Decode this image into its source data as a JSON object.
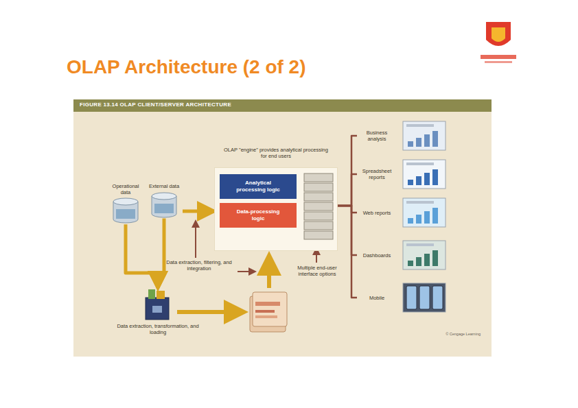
{
  "diagram": {
    "title": "OLAP Architecture (2 of 2)",
    "nodes": [
      {
        "text": [
          "Operational data"
        ]
      },
      {
        "text": [
          "External data"
        ]
      },
      {
        "text": [
          "OLAP \"engine\" provides analytical processing for end users"
        ]
      },
      {
        "text": [
          "Analytical processing logic"
        ],
        "in": 2
      },
      {
        "text": [
          "Data-processing logic"
        ],
        "in": 2
      },
      {
        "text": [
          "Data extraction, transformation, and loading"
        ]
      },
      {
        "text": [
          "Business analysis"
        ]
      },
      {
        "text": [
          "Spreadsheet reports"
        ]
      },
      {
        "text": [
          "Web reports"
        ]
      },
      {
        "text": [
          "Dashboards"
        ]
      },
      {
        "text": [
          "Mobile"
        ]
      }
    ],
    "edges": [
      {
        "from": 1,
        "to": 2,
        "arrow": "to"
      },
      {
        "from": 0,
        "to": 5,
        "arrow": "to"
      },
      {
        "from": 1,
        "to": 5,
        "arrow": "to"
      },
      {
        "from": 2,
        "to": 6,
        "arrow": "none"
      },
      {
        "from": 2,
        "to": 7,
        "arrow": "none"
      },
      {
        "from": 2,
        "to": 8,
        "arrow": "none"
      },
      {
        "from": 2,
        "to": 9,
        "arrow": "none"
      },
      {
        "from": 2,
        "to": 10,
        "arrow": "none"
      }
    ],
    "labels": [
      "FIGURE 13.14 OLAP CLIENT/SERVER ARCHITECTURE",
      "Data extraction, filtering, and integration",
      "Multiple end-user interface options",
      "© Cengage Learning"
    ]
  }
}
